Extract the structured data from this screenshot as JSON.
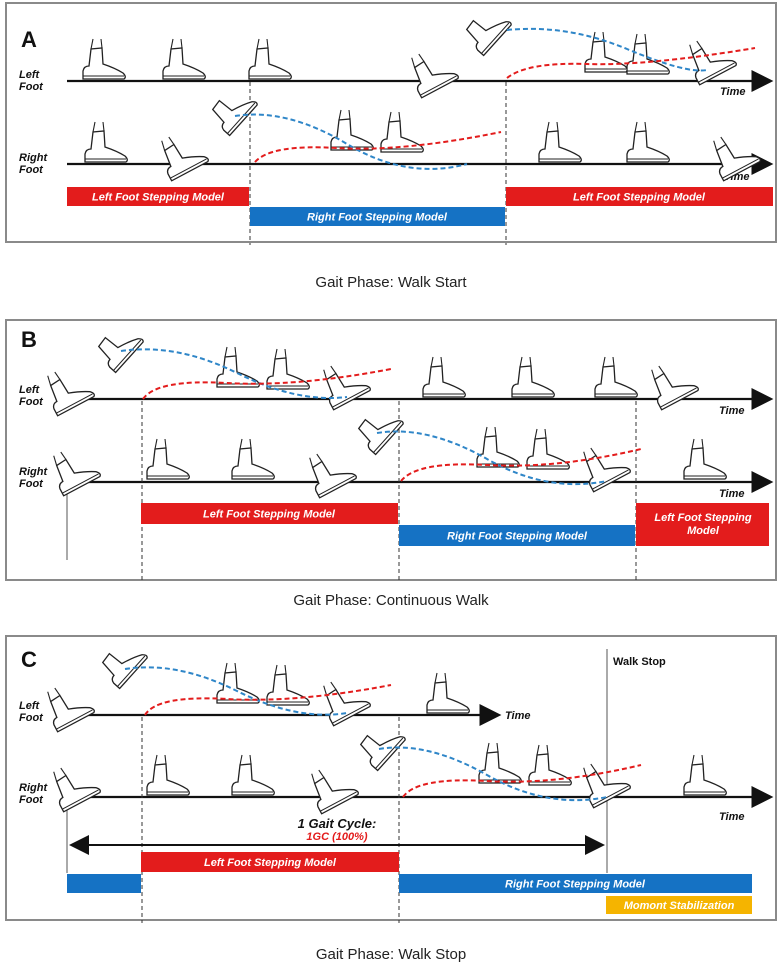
{
  "colors": {
    "left_model": "#e31c1c",
    "right_model": "#1572c4",
    "stabilization": "#f5b400",
    "swing_blue": "#2f86c8",
    "swing_red": "#e31c1c",
    "axis": "#111111"
  },
  "panels": [
    {
      "letter": "A",
      "caption": "Gait Phase: Walk Start",
      "left_foot_label": [
        "Left",
        "Foot"
      ],
      "right_foot_label": [
        "Right",
        "Foot"
      ],
      "time_label": "Time",
      "bars": [
        {
          "label": "Left Foot Stepping Model",
          "color": "red"
        },
        {
          "label": "Right Foot Stepping Model",
          "color": "blue"
        },
        {
          "label": "Left Foot Stepping Model",
          "color": "red"
        }
      ]
    },
    {
      "letter": "B",
      "caption": "Gait Phase: Continuous Walk",
      "left_foot_label": [
        "Left",
        "Foot"
      ],
      "right_foot_label": [
        "Right",
        "Foot"
      ],
      "time_label": "Time",
      "bars": [
        {
          "label": "Left Foot Stepping Model",
          "color": "red"
        },
        {
          "label": "Right Foot Stepping Model",
          "color": "blue"
        },
        {
          "label": [
            "Left Foot Stepping",
            "Model"
          ],
          "color": "red"
        }
      ]
    },
    {
      "letter": "C",
      "caption": "Gait Phase: Walk Stop",
      "left_foot_label": [
        "Left",
        "Foot"
      ],
      "right_foot_label": [
        "Right",
        "Foot"
      ],
      "time_label": "Time",
      "walk_stop_label": "Walk Stop",
      "gait_cycle_label": "1 Gait Cycle:",
      "gait_cycle_value": "1GC (100%)",
      "bars": [
        {
          "label": "",
          "color": "blue"
        },
        {
          "label": "Left Foot Stepping Model",
          "color": "red"
        },
        {
          "label": "Right Foot Stepping Model",
          "color": "blue"
        },
        {
          "label": "Momont Stabilization",
          "color": "yellow"
        }
      ]
    }
  ]
}
